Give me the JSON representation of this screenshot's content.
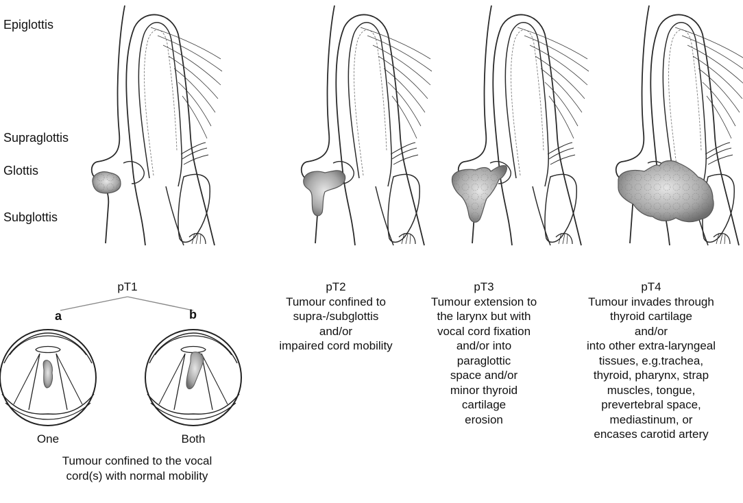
{
  "region_labels": [
    "Epiglottis",
    "Supraglottis",
    "Glottis",
    "Subglottis"
  ],
  "stages": [
    {
      "id": "pT1",
      "title": "pT1",
      "sub": [
        {
          "letter": "a",
          "caption": "One"
        },
        {
          "letter": "b",
          "caption": "Both"
        }
      ],
      "description": [
        "Tumour confined to the vocal",
        "cord(s) with normal mobility"
      ]
    },
    {
      "id": "pT2",
      "title": "pT2",
      "description": [
        "Tumour confined to",
        "supra-/subglottis",
        "and/or",
        "impaired cord mobility"
      ]
    },
    {
      "id": "pT3",
      "title": "pT3",
      "description": [
        "Tumour extension to",
        "the larynx but with",
        "vocal cord fixation",
        "and/or into",
        "paraglottic",
        "space and/or",
        "minor thyroid",
        "cartilage",
        "erosion"
      ]
    },
    {
      "id": "pT4",
      "title": "pT4",
      "description": [
        "Tumour invades through",
        "thyroid cartilage",
        "and/or",
        "into other extra-laryngeal",
        "tissues, e.g.trachea,",
        "thyroid, pharynx, strap",
        "muscles, tongue,",
        "prevertebral space,",
        "mediastinum, or",
        "encases carotid artery"
      ]
    }
  ],
  "colors": {
    "line": "#2a2a2a",
    "tumour": "#9a9a9a",
    "tumour_edge": "#555555"
  }
}
